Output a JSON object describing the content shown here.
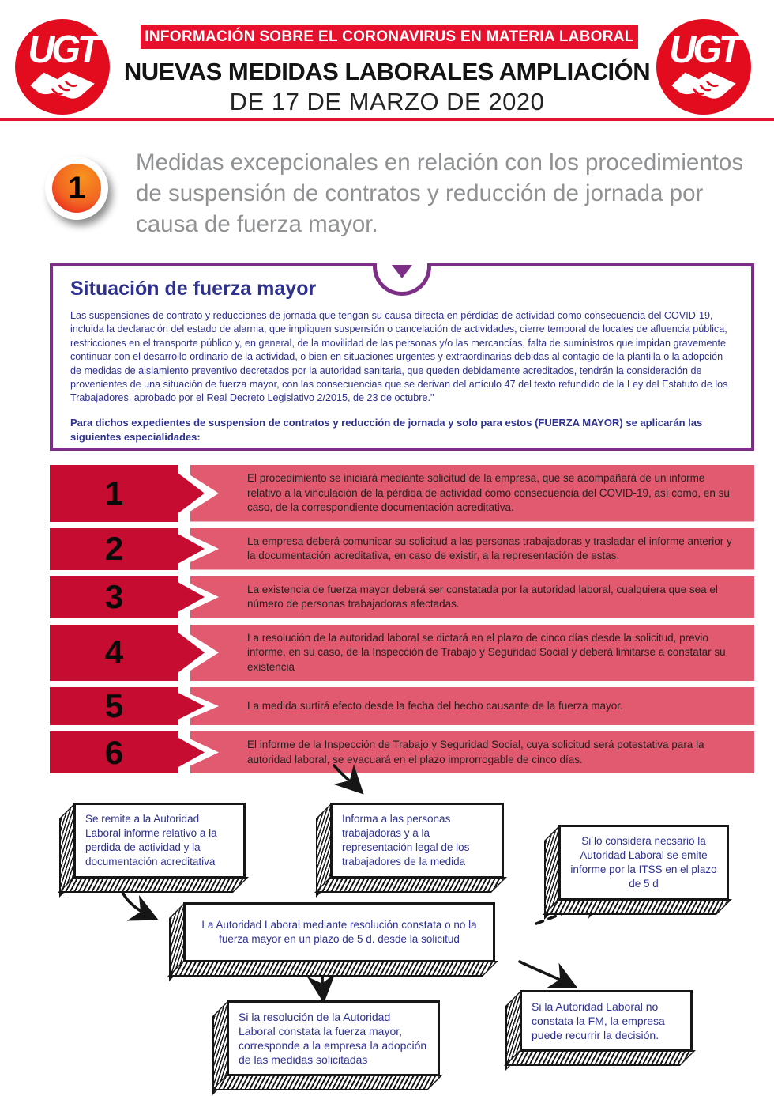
{
  "header": {
    "logo": "UGT",
    "banner": "INFORMACIÓN SOBRE EL CORONAVIRUS EN MATERIA LABORAL",
    "title": "NUEVAS MEDIDAS LABORALES AMPLIACIÓN",
    "subtitle": "DE 17 DE MARZO DE 2020"
  },
  "section": {
    "number": "1",
    "heading": "Medidas excepcionales en relación con los procedimientos de suspensión de contratos y reducción de jornada por causa de fuerza mayor."
  },
  "force_majeure": {
    "title": "Situación de fuerza mayor",
    "body": "Las suspensiones de contrato y reducciones de jornada que tengan su causa directa en pérdidas de actividad como consecuencia del COVID-19, incluida la declaración del estado de alarma, que impliquen suspensión o cancelación de actividades, cierre temporal de locales de afluencia pública, restricciones en el transporte público y, en general, de la movilidad de las personas y/o las mercancías, falta de suministros que impidan gravemente continuar con el desarrollo ordinario de la actividad, o bien en situaciones urgentes y extraordinarias debidas al contagio de la plantilla o la adopción de medidas de aislamiento preventivo decretados por la autoridad sanitaria, que queden debidamente acreditados, tendrán la consideración de provenientes de una situación de fuerza mayor, con las consecuencias que se derivan del artículo 47 del texto refundido de la Ley del Estatuto de los Trabajadores, aprobado por el Real Decreto Legislativo 2/2015, de 23 de octubre.\"",
    "emphasis": "Para dichos expedientes de suspension de contratos y reducción de jornada y solo para estos (FUERZA MAYOR) se aplicarán las siguientes especialidades:"
  },
  "steps": [
    {
      "number": "1",
      "text": "El procedimiento se iniciará mediante solicitud de la empresa, que se acompañará de un informe relativo a la vinculación de la pérdida de actividad como consecuencia del COVID-19, así como, en su caso, de la correspondiente documentación acreditativa."
    },
    {
      "number": "2",
      "text": "La empresa deberá comunicar su solicitud a las personas trabajadoras y trasladar el informe anterior y la documentación acreditativa, en caso de existir, a la representación de estas."
    },
    {
      "number": "3",
      "text": "La existencia de fuerza mayor deberá ser constatada por la autoridad laboral, cualquiera que sea el número de personas trabajadoras afectadas."
    },
    {
      "number": "4",
      "text": "La resolución de la autoridad laboral se dictará en el plazo de cinco días desde la solicitud, previo informe, en su caso, de la Inspección de Trabajo y Seguridad Social y deberá limitarse a constatar su existencia"
    },
    {
      "number": "5",
      "text": "La medida surtirá efecto desde la fecha del hecho causante de la fuerza mayor."
    },
    {
      "number": "6",
      "text": "El informe de la Inspección de Trabajo y Seguridad Social, cuya solicitud será potestativa para la autoridad laboral, se evacuará en el plazo improrrogable de cinco días."
    }
  ],
  "flowchart": {
    "box_remite": "Se remite a la Autoridad Laboral informe relativo a la perdida de actividad y la documentación acreditativa",
    "box_informa": "Informa a las personas trabajadoras y a la representación legal de los trabajadores de la medida",
    "box_itss": "Si lo considera necsario la Autoridad Laboral se emite informe por la ITSS en el plazo de 5 d",
    "box_resolucion": "La Autoridad Laboral mediante resolución constata o no la fuerza mayor en un plazo de 5 d. desde la solicitud",
    "box_constata": "Si la resolución de la Autoridad Laboral constata la fuerza mayor, corresponde a la empresa la adopción de las medidas solicitadas",
    "box_no_constata": "Si la Autoridad Laboral no constata la FM, la empresa puede recurrir la decisión."
  },
  "colors": {
    "brand_red": "#e30b1e",
    "banner_red": "#e8112d",
    "step_dark_red": "#c60c30",
    "step_light_red": "#e25a70",
    "purple": "#7d2f87",
    "navy": "#2e3192",
    "heading_gray": "#8f9193",
    "ink": "#161616"
  }
}
